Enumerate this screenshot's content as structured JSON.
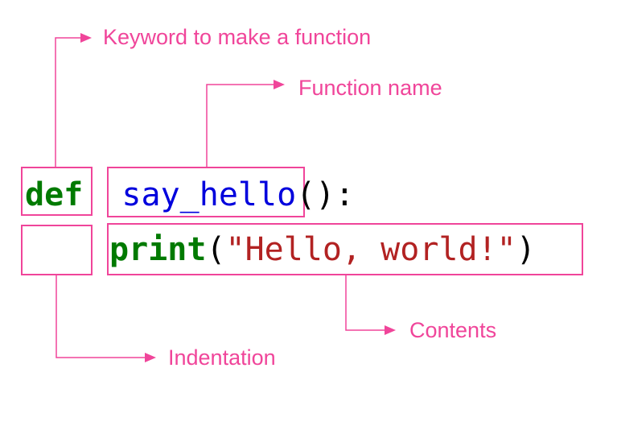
{
  "colors": {
    "annotation": "#f0459a",
    "keyword": "#007a00",
    "function_name": "#0000dd",
    "string": "#b22222",
    "punctuation": "#000000"
  },
  "code": {
    "line1": {
      "keyword": "def",
      "function_name": "say_hello",
      "punctuation": "():"
    },
    "line2": {
      "builtin": "print",
      "open_paren": "(",
      "string": "\"Hello, world!\"",
      "close_paren": ")"
    }
  },
  "annotations": {
    "keyword": "Keyword to make a function",
    "function_name": "Function name",
    "indentation": "Indentation",
    "contents": "Contents"
  }
}
